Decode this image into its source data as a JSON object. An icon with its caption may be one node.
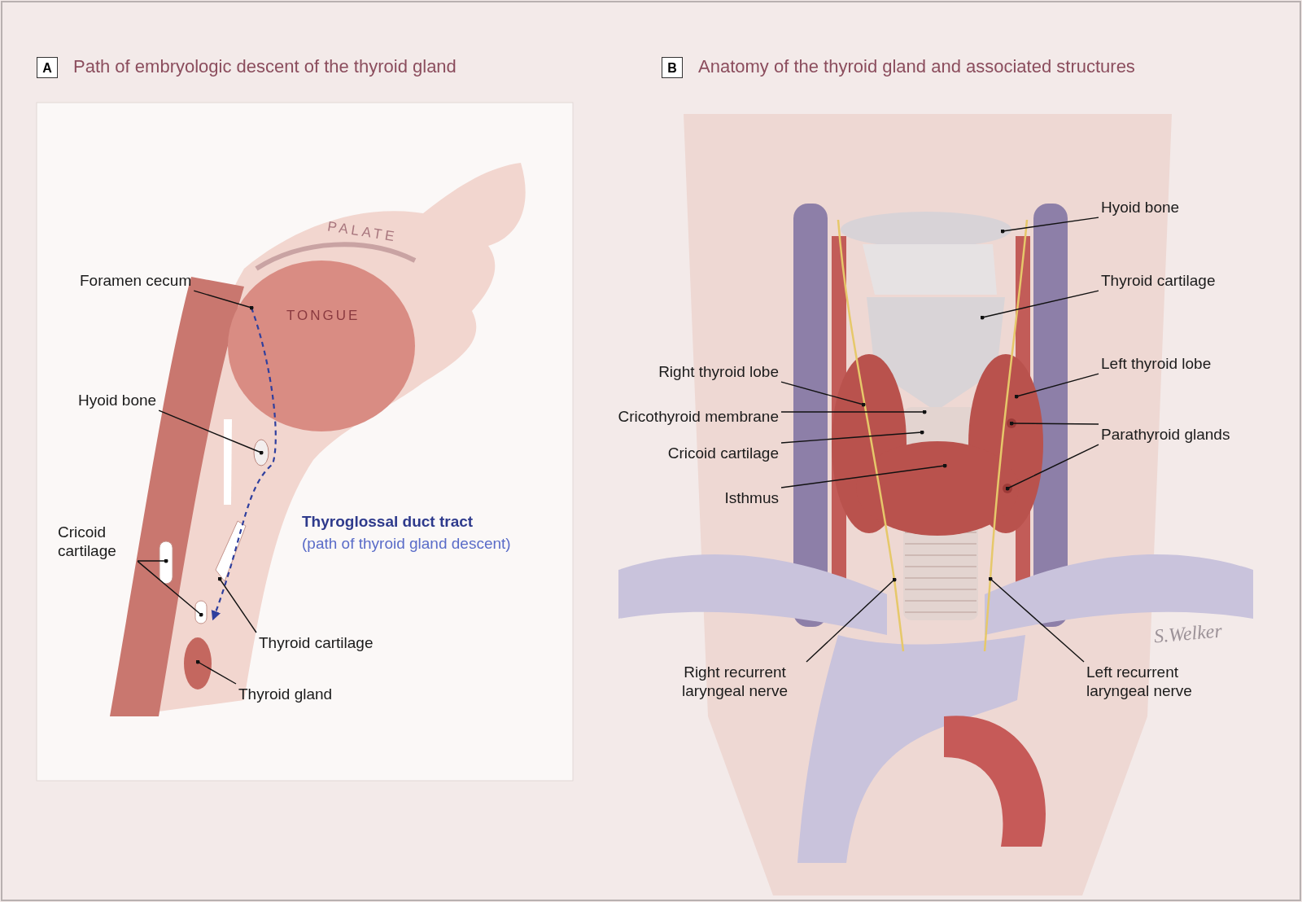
{
  "diagram": {
    "nodes": [
      {
        "text": [
          "A"
        ],
        "beside": [
          "Path of embryologic descent of the thyroid gland"
        ]
      },
      {
        "text": [
          "B"
        ],
        "beside": [
          "Anatomy of the thyroid gland and associated structures"
        ]
      },
      {
        "text": [
          "Foramen cecum"
        ]
      },
      {
        "text": [
          "Hyoid bone"
        ]
      },
      {
        "text": [
          "Cricoid cartilage"
        ]
      },
      {
        "text": [
          "Thyroid cartilage"
        ]
      },
      {
        "text": [
          "Thyroid gland"
        ]
      },
      {
        "text": [
          "Hyoid bone"
        ]
      },
      {
        "text": [
          "Thyroid cartilage"
        ]
      },
      {
        "text": [
          "Right thyroid lobe"
        ]
      },
      {
        "text": [
          "Left thyroid lobe"
        ]
      },
      {
        "text": [
          "Cricothyroid membrane"
        ]
      },
      {
        "text": [
          "Cricoid cartilage"
        ]
      },
      {
        "text": [
          "Parathyroid glands"
        ]
      },
      {
        "text": [
          "Isthmus"
        ]
      },
      {
        "text": [
          "Right recurrent laryngeal nerve"
        ]
      },
      {
        "text": [
          "Left recurrent laryngeal nerve"
        ]
      }
    ],
    "edges": [
      {
        "from": 2,
        "to": null,
        "arrow": "other"
      },
      {
        "from": 3,
        "to": null,
        "arrow": "other"
      },
      {
        "from": 4,
        "to": null,
        "arrow": "other"
      },
      {
        "from": 4,
        "to": null,
        "arrow": "other"
      },
      {
        "from": 5,
        "to": null,
        "arrow": "other"
      },
      {
        "from": 6,
        "to": null,
        "arrow": "other"
      },
      {
        "from": 7,
        "to": null,
        "arrow": "other"
      },
      {
        "from": 8,
        "to": null,
        "arrow": "other"
      },
      {
        "from": 9,
        "to": null,
        "arrow": "other"
      },
      {
        "from": 10,
        "to": null,
        "arrow": "other"
      },
      {
        "from": 11,
        "to": null,
        "arrow": "other"
      },
      {
        "from": 12,
        "to": null,
        "arrow": "other"
      },
      {
        "from": 13,
        "to": null,
        "arrow": "other"
      },
      {
        "from": 13,
        "to": null,
        "arrow": "other"
      },
      {
        "from": 14,
        "to": null,
        "arrow": "other"
      },
      {
        "from": 15,
        "to": null,
        "arrow": "other"
      },
      {
        "from": 16,
        "to": null,
        "arrow": "other"
      }
    ],
    "labels": [
      "PALATE",
      "TONGUE",
      "Thyroglossal duct tract",
      "(path of thyroid gland descent)",
      "S.Welker"
    ]
  }
}
